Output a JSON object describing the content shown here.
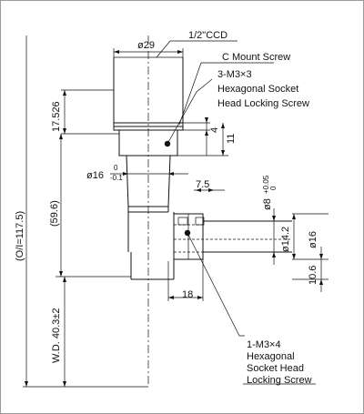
{
  "labels": {
    "ccd": "1/2\"CCD",
    "cmount": "C Mount Screw",
    "screw3_line1": "3-M3×3",
    "screw3_line2": "Hexagonal Socket",
    "screw3_line3": "Head Locking Screw",
    "screw1_line1": "1-M3×4",
    "screw1_line2": "Hexagonal",
    "screw1_line3": "Socket Head",
    "screw1_line4": "Locking Screw"
  },
  "dimensions": {
    "d29": "ø29",
    "h4": "4",
    "h11": "11",
    "h17526": "17.526",
    "oi": "(O/I=117.5)",
    "h596": "(59.6)",
    "d16_main": "ø16",
    "tol_d16_top": "0",
    "tol_d16_bot": "-0.1",
    "w75": "7.5",
    "d8": "ø8",
    "tol_d8": "+0.05",
    "tol_d8_0": "0",
    "d142": "ø14.2",
    "d16_side": "ø16",
    "h106": "10.6",
    "w18": "18",
    "wd": "W.D. 40.3±2"
  }
}
